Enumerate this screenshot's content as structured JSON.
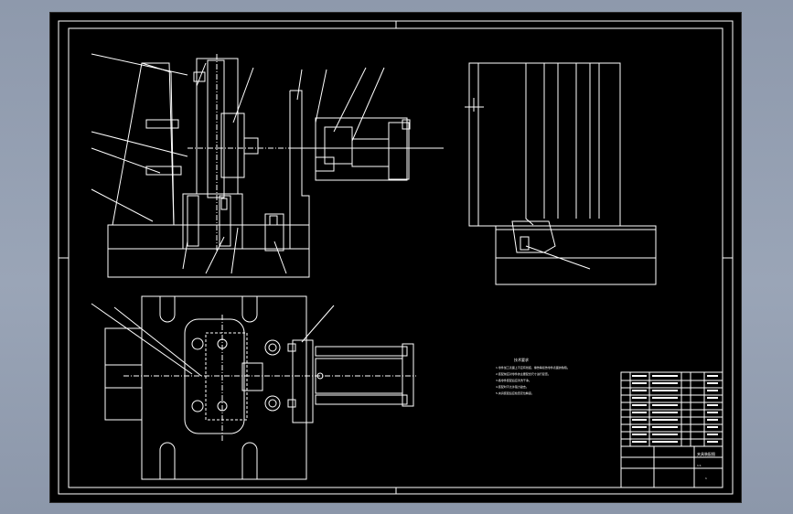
{
  "technical_requirements": {
    "title": "技术要求",
    "items": [
      "1.零件加工表面上不应有划痕、擦伤等损伤零件表面的缺陷。",
      "2.装配前应对零件的主要配合尺寸进行复查。",
      "3.各零件装配后应清洗干净。",
      "4.装配时不允许强力敲击。",
      "5.夹具装配后应检查定位精度。"
    ]
  },
  "title_block": {
    "name": "夹具装配图",
    "drawing_no": "",
    "scale": "1:1",
    "sheet": "1"
  },
  "colors": {
    "line": "#ffffff",
    "accent": "#e0205f",
    "section": "#ffffff",
    "centerline": "#ffffff"
  }
}
